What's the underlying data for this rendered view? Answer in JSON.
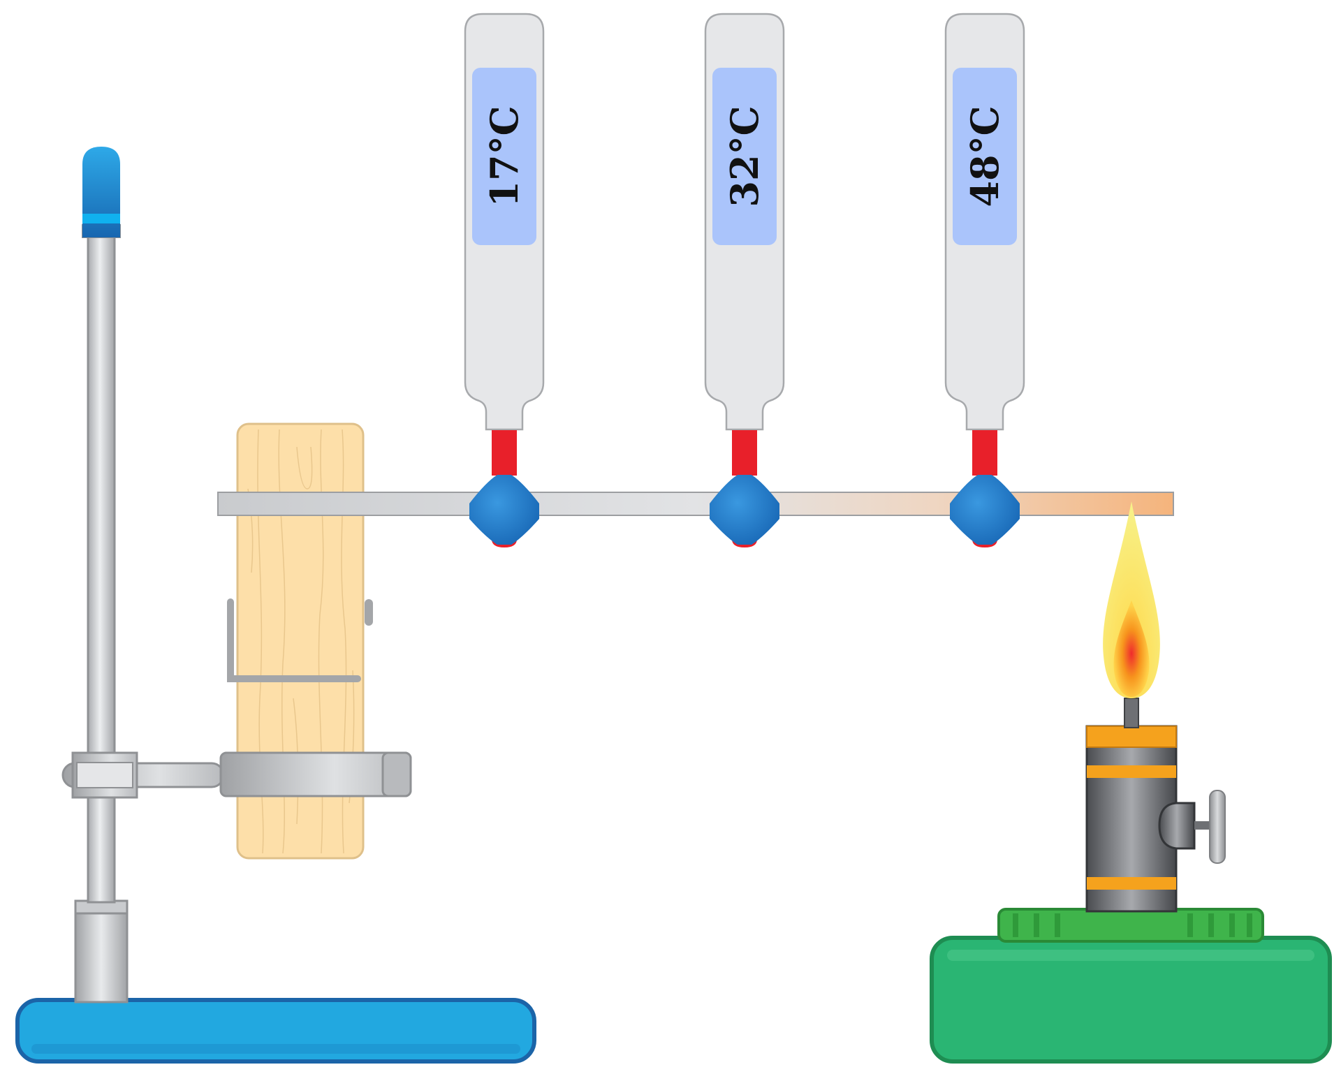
{
  "thermometers": [
    {
      "reading": "17°C"
    },
    {
      "reading": "32°C"
    },
    {
      "reading": "48°C"
    }
  ],
  "colors": {
    "rod_cold": "#c9cbce",
    "rod_hot": "#f5b47c",
    "thermometer_body": "#e6e7e9",
    "display": "#aac4fb",
    "mercury": "#e8202a",
    "bead": "#1f78c8",
    "stand_base": "#22a8e0",
    "burner_base": "#2ab573",
    "burner_ring": "#f5a21d",
    "wood": "#fddfa9"
  },
  "icons": [
    "retort-stand",
    "clamp",
    "wooden-block",
    "metal-rod",
    "thermometer",
    "wax-bead",
    "spirit-burner",
    "flame"
  ]
}
